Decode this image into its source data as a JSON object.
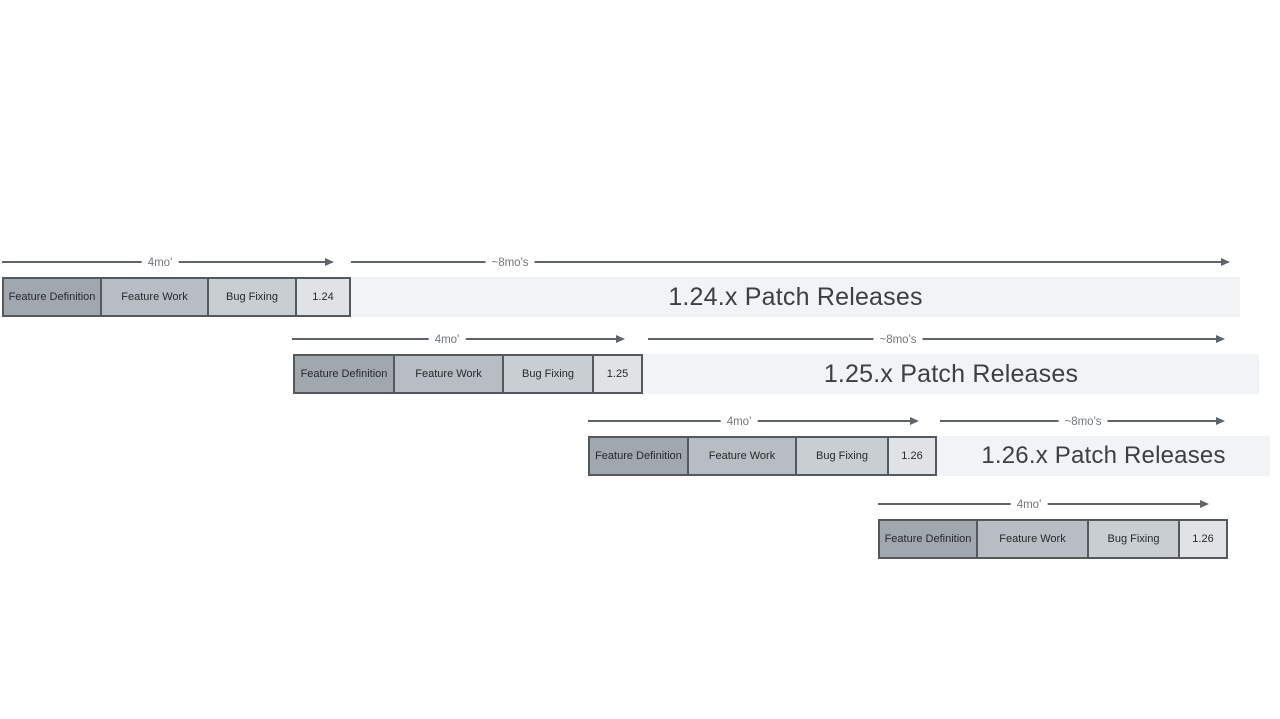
{
  "diagram": {
    "dev_duration_label": "4mo'",
    "patch_duration_label": "~8mo's",
    "phases": [
      "Feature Definition",
      "Feature Work",
      "Bug Fixing"
    ],
    "rows": [
      {
        "version": "1.24",
        "patch_band_label": "1.24.x Patch Releases"
      },
      {
        "version": "1.25",
        "patch_band_label": "1.25.x Patch Releases"
      },
      {
        "version": "1.26",
        "patch_band_label": "1.26.x Patch Releases"
      },
      {
        "version": "1.26",
        "patch_band_label": ""
      }
    ],
    "colors": {
      "feature_definition": "#a0a7ae",
      "feature_work": "#b7bdc3",
      "bug_fixing": "#c9ced3",
      "version_box": "#e0e3e6",
      "patch_band": "#f1f3f4",
      "box_border": "#55595d",
      "arrow": "#5f646a"
    }
  }
}
